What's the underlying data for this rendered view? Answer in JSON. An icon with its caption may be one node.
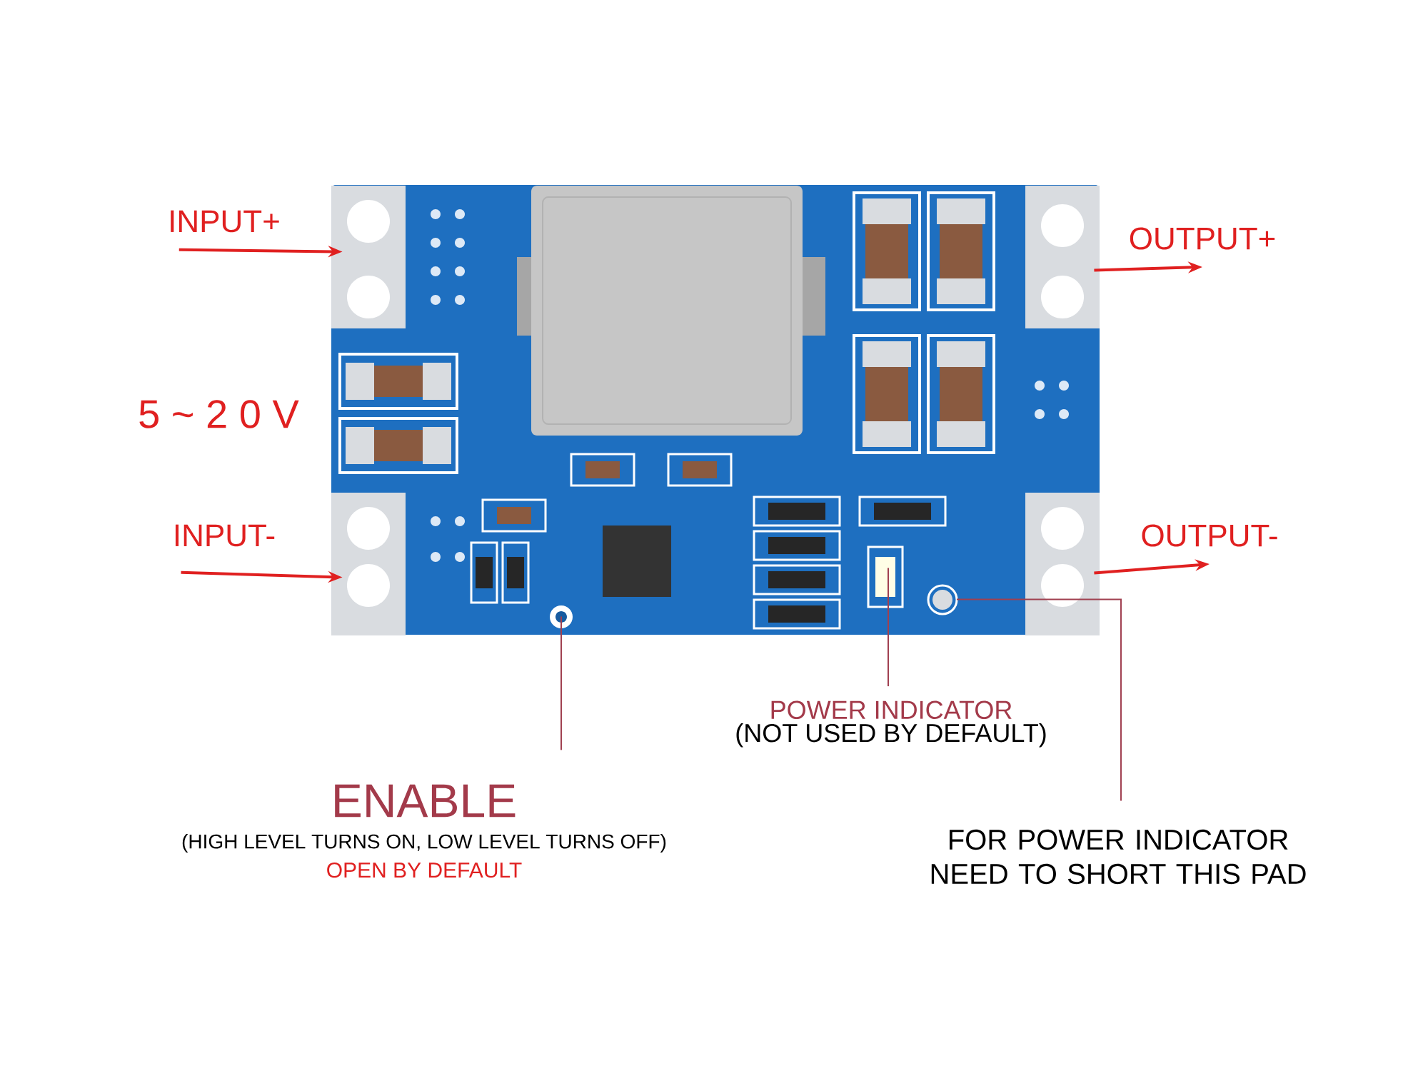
{
  "diagram": {
    "nodes": [
      {
        "text": [
          "INPUT+"
        ]
      },
      {
        "text": [
          "INPUT-"
        ]
      },
      {
        "text": [
          "OUTPUT+"
        ]
      },
      {
        "text": [
          "OUTPUT-"
        ]
      },
      {
        "text": [],
        "shape": "picture"
      },
      {
        "text": [
          "ENABLE",
          "(HIGH LEVEL TURNS ON, LOW LEVEL TURNS OFF)",
          "OPEN BY DEFAULT"
        ]
      },
      {
        "text": [
          "POWER INDICATOR",
          "(NOT USED BY DEFAULT)"
        ]
      },
      {
        "text": [
          "FOR POWER INDICATOR NEED TO SHORT THIS PAD"
        ]
      }
    ],
    "edges": [
      {
        "from": 0,
        "to": 4,
        "arrow": "to"
      },
      {
        "from": 1,
        "to": 4,
        "arrow": "to"
      },
      {
        "from": 4,
        "to": 2,
        "arrow": "to"
      },
      {
        "from": 4,
        "to": 3,
        "arrow": "to"
      },
      {
        "from": 5,
        "to": 4,
        "arrow": "none",
        "color": "#a04050"
      },
      {
        "from": 6,
        "to": 4,
        "arrow": "none",
        "color": "#a04050"
      },
      {
        "from": 7,
        "to": 4,
        "arrow": "none",
        "color": "#a04050"
      }
    ],
    "labels": [
      "5 ~ 2 0 V"
    ]
  }
}
